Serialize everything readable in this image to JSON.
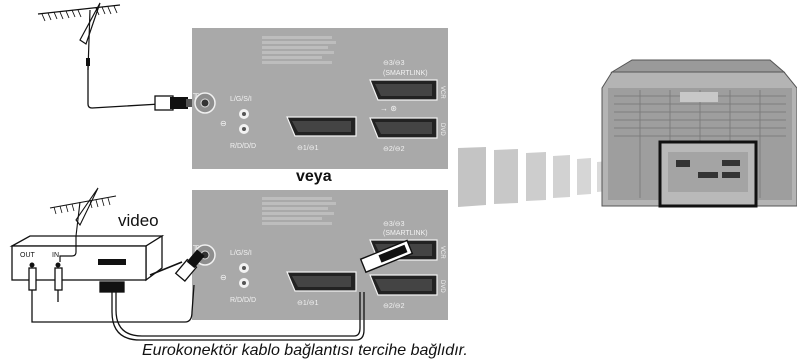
{
  "panel_top": {
    "antenna_symbol": "╥",
    "audio_label_top": "L/G/S/I",
    "audio_label_bottom": "R/D/D/D",
    "scart1_label": "⊖1/⊖1",
    "scart2_label": "⊖2/⊖2",
    "scart3_label": "⊖3/⊖3",
    "smartlink_label": "(SMARTLINK)",
    "vcr_tag": "VCR",
    "dvd_tag": "DVD"
  },
  "panel_bottom": {
    "antenna_symbol": "╥",
    "audio_label_top": "L/G/S/I",
    "audio_label_bottom": "R/D/D/D",
    "scart1_label": "⊖1/⊖1",
    "scart2_label": "⊖2/⊖2",
    "scart3_label": "⊖3/⊖3",
    "smartlink_label": "(SMARTLINK)",
    "vcr_tag": "VCR",
    "dvd_tag": "DVD"
  },
  "separator_text": "veya",
  "video_label": "video",
  "vcr": {
    "out_label": "OUT",
    "in_label": "IN"
  },
  "caption": "Eurokonektör kablo bağlantısı tercihe bağlıdır.",
  "colors": {
    "panel": "#a9a9a9",
    "tv_back": "#b8b8b8",
    "ink": "#111111"
  },
  "icons": [
    "antenna-icon",
    "scart-connector-icon",
    "rf-plug-icon",
    "perspective-arrow-icon",
    "tv-back-icon",
    "vcr-icon"
  ]
}
